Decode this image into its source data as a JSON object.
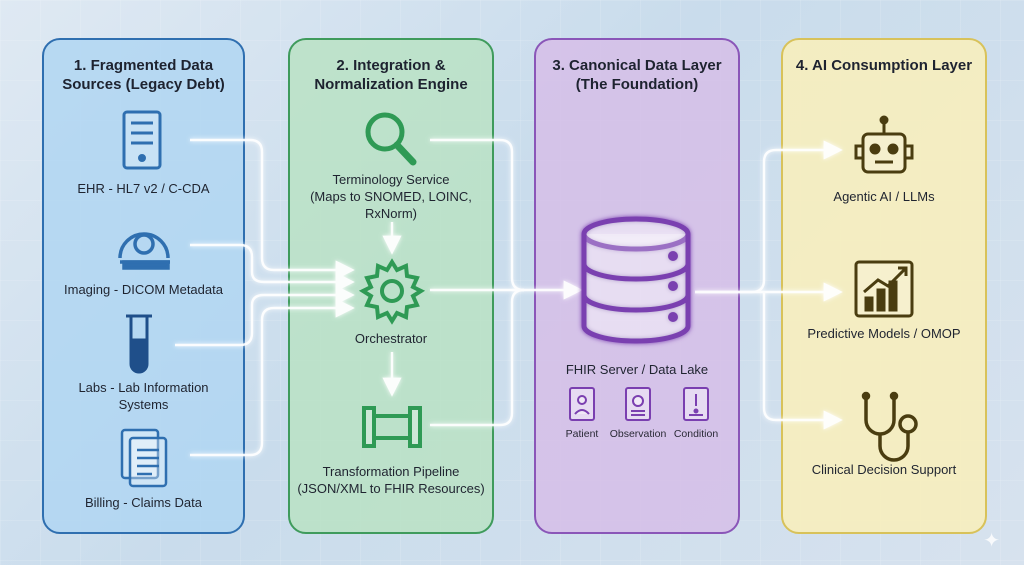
{
  "columns": [
    {
      "title": "1. Fragmented Data\nSources (Legacy Debt)",
      "items": [
        {
          "label": "EHR - HL7 v2 / C-CDA",
          "icon": "server-icon"
        },
        {
          "label": "Imaging - DICOM Metadata",
          "icon": "imaging-scanner-icon"
        },
        {
          "label": "Labs - Lab Information\nSystems",
          "icon": "test-tube-icon"
        },
        {
          "label": "Billing - Claims Data",
          "icon": "documents-icon"
        }
      ]
    },
    {
      "title": "2. Integration &\nNormalization Engine",
      "items": [
        {
          "label": "Terminology Service\n(Maps to SNOMED, LOINC,\nRxNorm)",
          "icon": "magnifier-icon"
        },
        {
          "label": "Orchestrator",
          "icon": "gear-icon"
        },
        {
          "label": "Transformation Pipeline\n(JSON/XML to FHIR Resources)",
          "icon": "pipe-icon"
        }
      ]
    },
    {
      "title": "3. Canonical Data Layer\n(The Foundation)",
      "items": [
        {
          "label": "FHIR Server / Data Lake",
          "icon": "database-icon"
        }
      ],
      "resources": [
        "Patient",
        "Observation",
        "Condition"
      ]
    },
    {
      "title": "4. AI Consumption Layer",
      "items": [
        {
          "label": "Agentic AI / LLMs",
          "icon": "robot-icon"
        },
        {
          "label": "Predictive Models / OMOP",
          "icon": "chart-icon"
        },
        {
          "label": "Clinical Decision Support",
          "icon": "stethoscope-icon"
        }
      ]
    }
  ],
  "colors": {
    "blue": "#2f6fb0",
    "green": "#2f9a55",
    "purple": "#8a56b8",
    "gold": "#5a4a10",
    "flow": "#ffffff"
  }
}
